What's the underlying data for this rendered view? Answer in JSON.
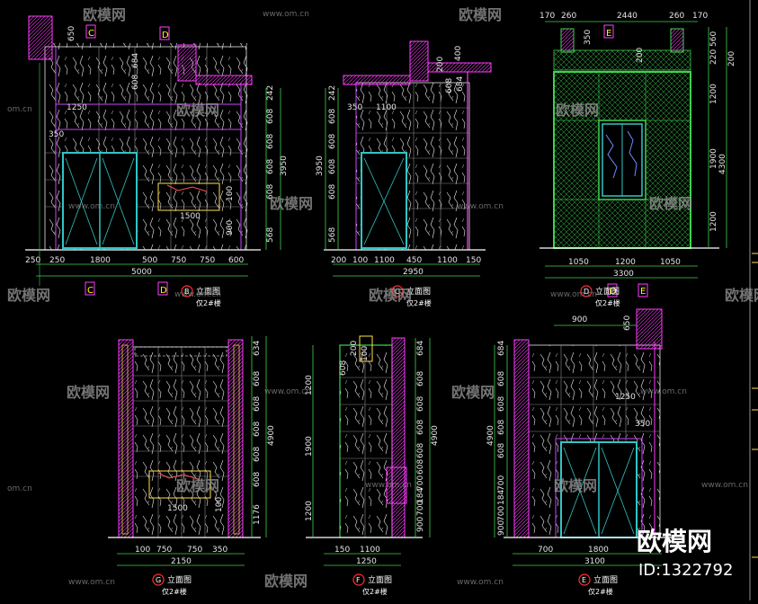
{
  "watermark": {
    "brand": "欧模网",
    "url": "www.om.cn",
    "url_short": "om.cn",
    "big_brand": "欧模网",
    "id_text": "ID:1322792"
  },
  "panels": [
    {
      "id": "elev-B",
      "title_letter": "B",
      "title": "立面图",
      "subtitle": "仅2#楼",
      "axis_left": "C",
      "axis_right": "D",
      "bottom_dims": [
        "250",
        "250",
        "1800",
        "500",
        "750",
        "750",
        "600"
      ],
      "total_dim": "5000",
      "left_dims": [
        "650"
      ],
      "right_dims": [
        "242",
        "608",
        "608",
        "608",
        "608",
        "568"
      ],
      "right_total": "3950",
      "inner_dims": [
        "1250",
        "350",
        "684",
        "608",
        "1500",
        "900",
        "100"
      ]
    },
    {
      "id": "elev-C",
      "title_letter": "C",
      "title": "立面图",
      "subtitle": "仅2#楼",
      "axis_left": "",
      "axis_right": "",
      "bottom_dims": [
        "200",
        "100",
        "1100",
        "450",
        "1100",
        "150"
      ],
      "total_dim": "2950",
      "left_dims": [
        "242",
        "608",
        "608",
        "608",
        "608",
        "568"
      ],
      "left_total": "3950",
      "inner_dims": [
        "350",
        "1100",
        "200",
        "400",
        "608",
        "684"
      ]
    },
    {
      "id": "elev-D",
      "title_letter": "D",
      "title": "立面图",
      "subtitle": "仅2#楼",
      "axis_left": "D",
      "axis_right": "E",
      "top_dims": [
        "170",
        "260",
        "2440",
        "260",
        "170"
      ],
      "bottom_dims": [
        "1050",
        "1200",
        "1050"
      ],
      "total_dim": "3300",
      "right_dims": [
        "560",
        "220",
        "200",
        "1200",
        "1900",
        "1200"
      ],
      "right_total": "4300",
      "inner_dims": [
        "350",
        "200"
      ]
    },
    {
      "id": "elev-G",
      "title_letter": "G",
      "title": "立面图",
      "subtitle": "仅2#楼",
      "bottom_dims": [
        "100",
        "750",
        "750",
        "350"
      ],
      "total_dim": "2150",
      "right_dims": [
        "634",
        "608",
        "608",
        "608",
        "608",
        "608",
        "1176"
      ],
      "right_total": "4900",
      "inner_dims": [
        "1500",
        "100"
      ]
    },
    {
      "id": "elev-F",
      "title_letter": "F",
      "title": "立面图",
      "subtitle": "仅2#楼",
      "bottom_dims": [
        "150",
        "1100"
      ],
      "total_dim": "1250",
      "left_dims": [
        "1200",
        "1900",
        "1200"
      ],
      "right_dims": [
        "684",
        "608",
        "608",
        "608",
        "608",
        "608",
        "700",
        "184",
        "700",
        "900"
      ],
      "right_total": "4900",
      "inner_dims": [
        "200",
        "608",
        "100"
      ]
    },
    {
      "id": "elev-E",
      "title_letter": "E",
      "title": "立面图",
      "subtitle": "仅2#楼",
      "bottom_dims": [
        "700",
        "1800"
      ],
      "total_dim": "3100",
      "top_dims": [
        "900",
        "650"
      ],
      "left_dims": [
        "684",
        "608",
        "608",
        "608",
        "608",
        "700",
        "184",
        "700",
        "900"
      ],
      "left_total": "4900",
      "inner_dims": [
        "1250",
        "350"
      ]
    }
  ]
}
